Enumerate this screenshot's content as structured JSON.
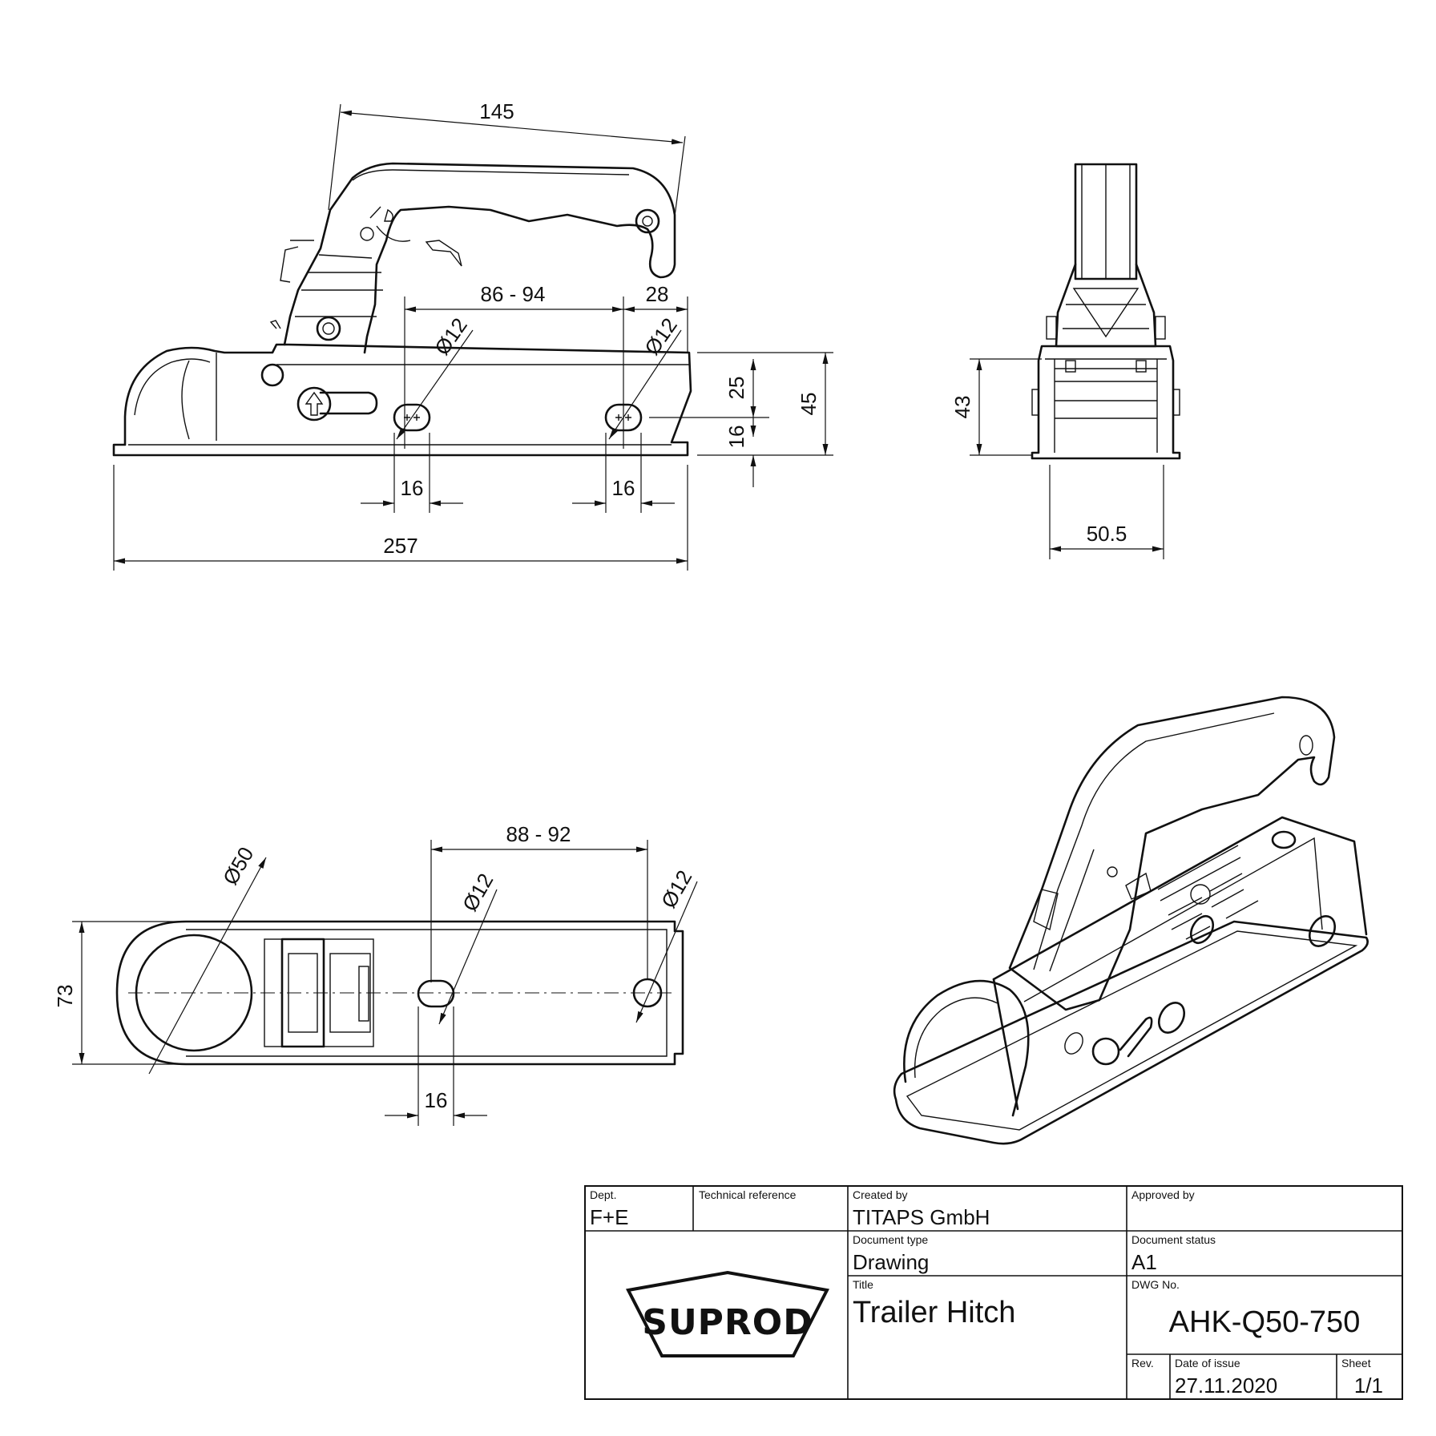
{
  "dimensions": {
    "side": {
      "handle_length": "145",
      "hole_spacing": "86 - 94",
      "end_offset": "28",
      "hole_a": "Ø12",
      "hole_b": "Ø12",
      "height_upper": "25",
      "height_total": "45",
      "height_lower": "16",
      "slot_a": "16",
      "slot_b": "16",
      "overall_length": "257"
    },
    "front": {
      "height": "43",
      "width": "50.5"
    },
    "top": {
      "ball_dia": "Ø50",
      "hole_spacing": "88 - 92",
      "hole_a": "Ø12",
      "hole_b": "Ø12",
      "width": "73",
      "slot": "16"
    }
  },
  "colors": {
    "line": "#111111",
    "background": "#ffffff"
  },
  "logo_text": "SUPROD",
  "title_block": {
    "dept_label": "Dept.",
    "dept_value": "F+E",
    "tech_ref_label": "Technical reference",
    "tech_ref_value": "",
    "created_by_label": "Created by",
    "created_by_value": "TITAPS GmbH",
    "approved_by_label": "Approved by",
    "approved_by_value": "",
    "doc_type_label": "Document type",
    "doc_type_value": "Drawing",
    "doc_status_label": "Document status",
    "doc_status_value": "A1",
    "title_label": "Title",
    "title_value": "Trailer Hitch",
    "dwg_label": "DWG No.",
    "dwg_value": "AHK-Q50-750",
    "rev_label": "Rev.",
    "rev_value": "",
    "date_label": "Date of issue",
    "date_value": "27.11.2020",
    "sheet_label": "Sheet",
    "sheet_value": "1/1"
  }
}
